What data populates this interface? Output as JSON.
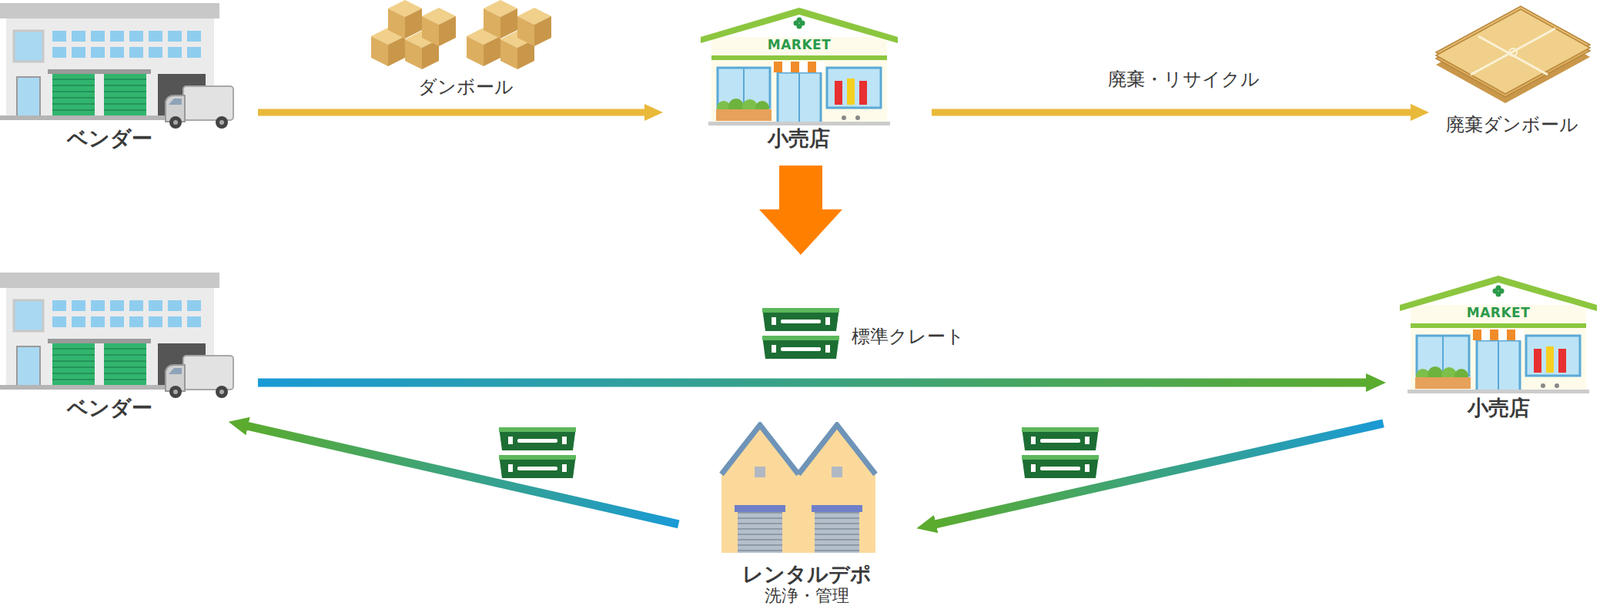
{
  "diagram": {
    "nodes": [
      {
        "text": [
          "ベンダー"
        ]
      },
      {
        "text": [
          "小売店"
        ]
      },
      {
        "text": [
          "廃棄ダンボール"
        ]
      },
      {
        "text": [
          "ベンダー"
        ]
      },
      {
        "text": [
          "小売店"
        ]
      },
      {
        "text": [
          "レンタルデポ",
          "洗浄・管理"
        ]
      }
    ],
    "edges": [
      {
        "from": 0,
        "to": 1,
        "arrow": "to",
        "label": "ダンボール"
      },
      {
        "from": 1,
        "to": 2,
        "arrow": "to",
        "label": "廃棄・リサイクル"
      },
      {
        "from": 3,
        "to": 4,
        "arrow": "to",
        "label": "標準クレート"
      },
      {
        "from": 4,
        "to": 5,
        "arrow": "to"
      },
      {
        "from": 5,
        "to": 3,
        "arrow": "to"
      }
    ],
    "labels": [
      "MARKET",
      "MARKET"
    ]
  }
}
